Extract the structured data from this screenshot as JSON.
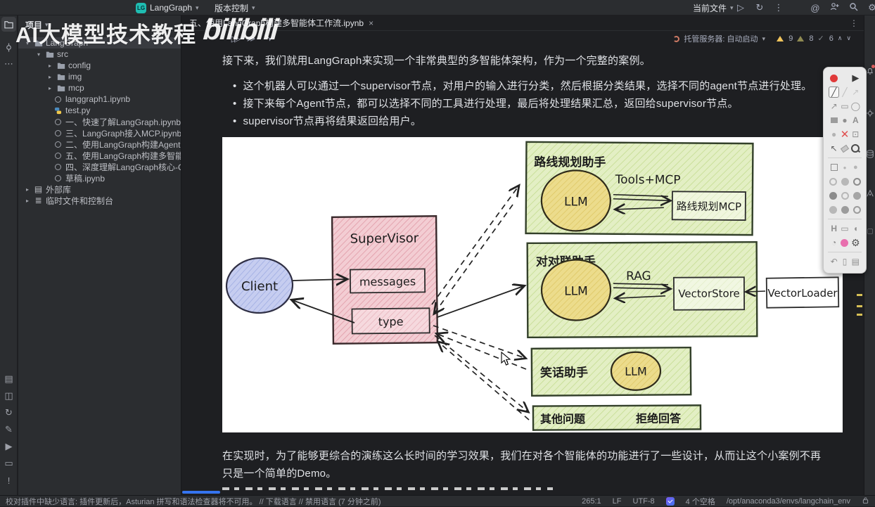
{
  "topbar": {
    "project_badge": "LG",
    "project_name": "LangGraph",
    "menu_vcs": "版本控制",
    "run_config": "当前文件"
  },
  "tabbar": {
    "tab_title": "五、使用LangGraph构建多智能体工作流.ipynb",
    "close": "×",
    "more": "⋮"
  },
  "nb_toolbar": {
    "server_label": "托管服务器: 自动启动",
    "problems": {
      "warnings": "9",
      "weak_warnings": "8",
      "typos": "6"
    }
  },
  "project_panel": {
    "header": "项目",
    "tree": [
      {
        "label": "LangGraph"
      },
      {
        "label": "src"
      },
      {
        "label": "config"
      },
      {
        "label": "img"
      },
      {
        "label": "mcp"
      },
      {
        "label": "langgraph1.ipynb"
      },
      {
        "label": "test.py"
      },
      {
        "label": "一、快速了解LangGraph.ipynb"
      },
      {
        "label": "三、LangGraph接入MCP.ipynb"
      },
      {
        "label": "二、使用LangGraph构建Agent智能体.ipy"
      },
      {
        "label": "五、使用LangGraph构建多智能体工作流."
      },
      {
        "label": "四、深度理解LangGraph核心-Graph.ipy"
      },
      {
        "label": "草稿.ipynb"
      },
      {
        "label": "外部库"
      },
      {
        "label": "临时文件和控制台"
      }
    ]
  },
  "notebook": {
    "para1": "接下来，我们就用LangGraph来实现一个非常典型的多智能体架构，作为一个完整的案例。",
    "bullets": [
      "这个机器人可以通过一个supervisor节点，对用户的输入进行分类，然后根据分类结果，选择不同的agent节点进行处理。",
      "接下来每个Agent节点，都可以选择不同的工具进行处理，最后将处理结果汇总，返回给supervisor节点。",
      "supervisor节点再将结果返回给用户。"
    ],
    "para2": "在实现时，为了能够更综合的演练这么长时间的学习效果，我们在对各个智能体的功能进行了一些设计，从而让这个小案例不再只是一个简单的Demo。"
  },
  "diagram": {
    "client": "Client",
    "supervisor": "SuperVisor",
    "messages": "messages",
    "type": "type",
    "route_box": "路线规划助手",
    "llm": "LLM",
    "tools_mcp": "Tools+MCP",
    "route_mcp": "路线规划MCP",
    "couplet_box": "对对联助手",
    "rag": "RAG",
    "vector_store": "VectorStore",
    "vector_loader": "VectorLoader",
    "joke_box": "笑话助手",
    "other_box": "其他问题",
    "refuse": "拒绝回答"
  },
  "statusbar": {
    "left": "校对插件中缺少语言: 插件更新后，Asturian 拼写和语法检查器将不可用。 // 下载语言 // 禁用语言 (7 分钟之前)",
    "caret": "265:1",
    "line_sep": "LF",
    "encoding": "UTF-8",
    "indent": "4 个空格",
    "interpreter": "/opt/anaconda3/envs/langchain_env"
  },
  "watermark": {
    "text": "AI大模型技术教程",
    "logo": "bilibili"
  },
  "colors": {
    "accent": "#3574f0",
    "warning": "#f2c55c",
    "record_red": "#e03a3a",
    "panel": "#2b2d30",
    "editor": "#1e1f22",
    "diagram_pink": "#f3cdd3",
    "diagram_green": "#e3efc4",
    "diagram_yellow": "#ecdc8c",
    "diagram_blue": "#c6cdf0"
  }
}
